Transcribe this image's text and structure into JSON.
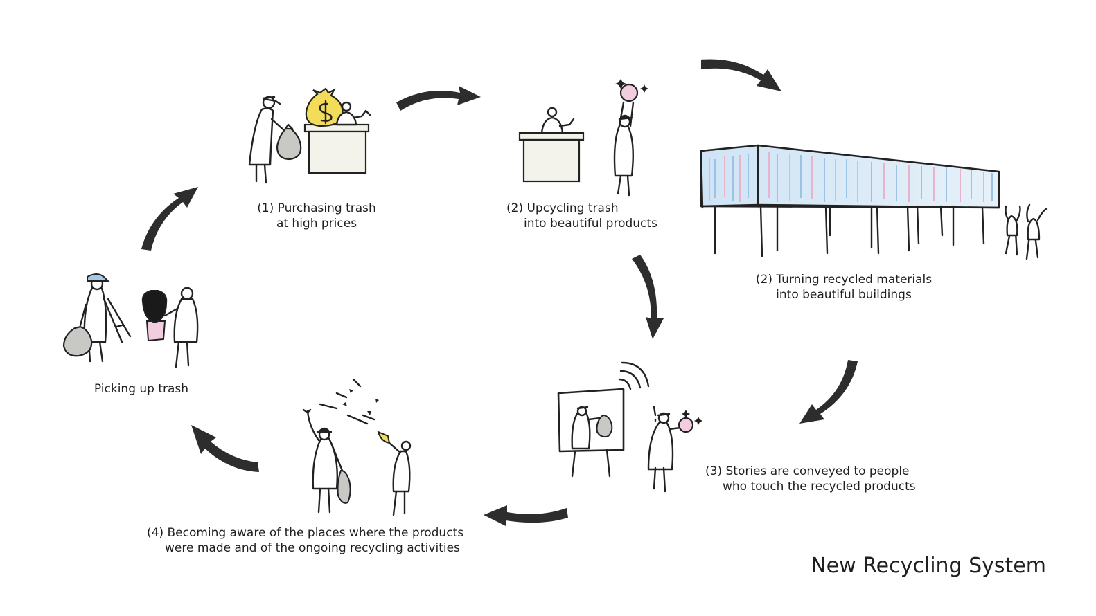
{
  "diagram": {
    "title": "New Recycling System",
    "steps": [
      {
        "id": "purchasing",
        "lines": [
          "(1) Purchasing trash",
          "at high prices"
        ]
      },
      {
        "id": "upcycling",
        "lines": [
          "(2) Upcycling trash",
          "into beautiful products"
        ]
      },
      {
        "id": "buildings",
        "lines": [
          "(2) Turning recycled materials",
          "into beautiful buildings"
        ]
      },
      {
        "id": "stories",
        "lines": [
          "(3) Stories are conveyed to people",
          "who touch the recycled products"
        ]
      },
      {
        "id": "aware",
        "lines": [
          "(4) Becoming aware of the places where the products",
          "were made and of the ongoing recycling activities"
        ]
      },
      {
        "id": "picking",
        "lines": [
          "Picking up trash"
        ]
      }
    ],
    "icons": {
      "money_bag": "dollar-money-bag-icon",
      "sparkle": "sparkle-icon"
    },
    "colors": {
      "ink": "#222222",
      "arrow": "#2d2d2d",
      "trash_bag": "#c8c8c4",
      "counter": "#f3f3ec",
      "money_bag": "#f2dc5a",
      "product_pink": "#f2cde0",
      "cap_blue": "#a9c8e6",
      "building_glass": "#dbeaf6"
    }
  }
}
